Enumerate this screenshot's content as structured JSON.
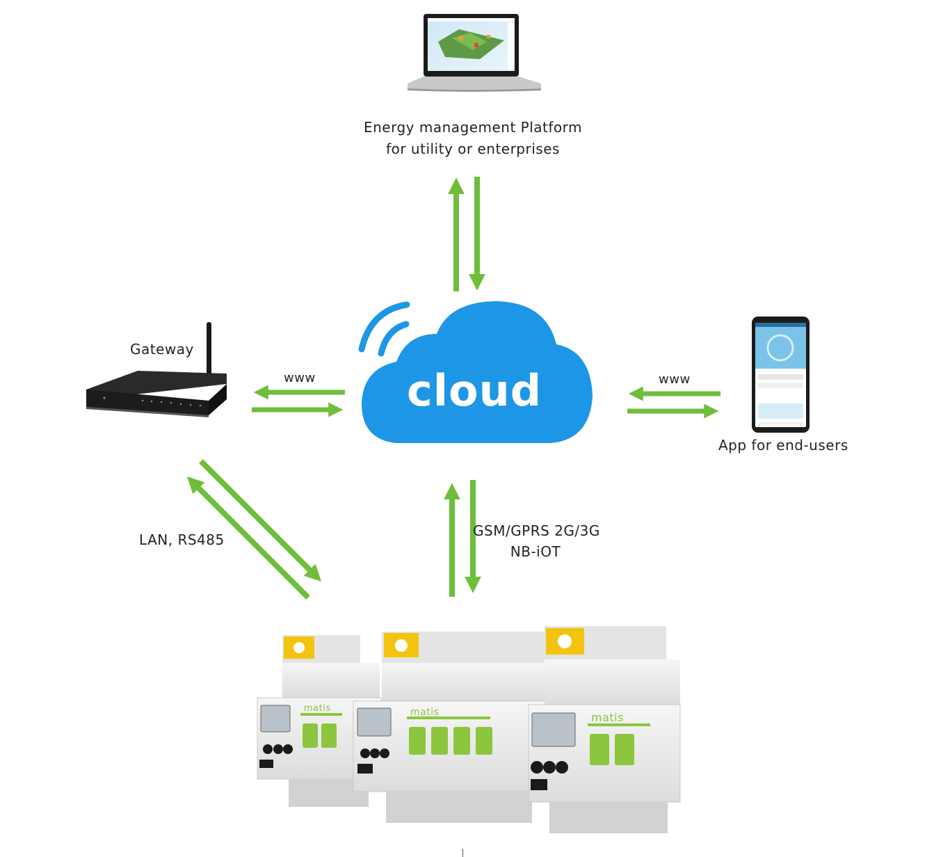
{
  "platform": {
    "line1": "Energy management Platform",
    "line2": "for utility or enterprises"
  },
  "cloud": {
    "label": "cloud"
  },
  "gateway": {
    "label": "Gateway"
  },
  "app": {
    "label": "App for end-users"
  },
  "links": {
    "gateway_cloud": "www",
    "cloud_app": "www",
    "lan": "LAN, RS485",
    "gsm_line1": "GSM/GPRS 2G/3G",
    "gsm_line2": "NB-iOT"
  },
  "device_brand": [
    "matis",
    "matis",
    "matis"
  ],
  "colors": {
    "arrow": "#6fbe3b",
    "cloud": "#1e96e6",
    "device_accent": "#8cc63f",
    "antenna_tab": "#f2c40f"
  }
}
